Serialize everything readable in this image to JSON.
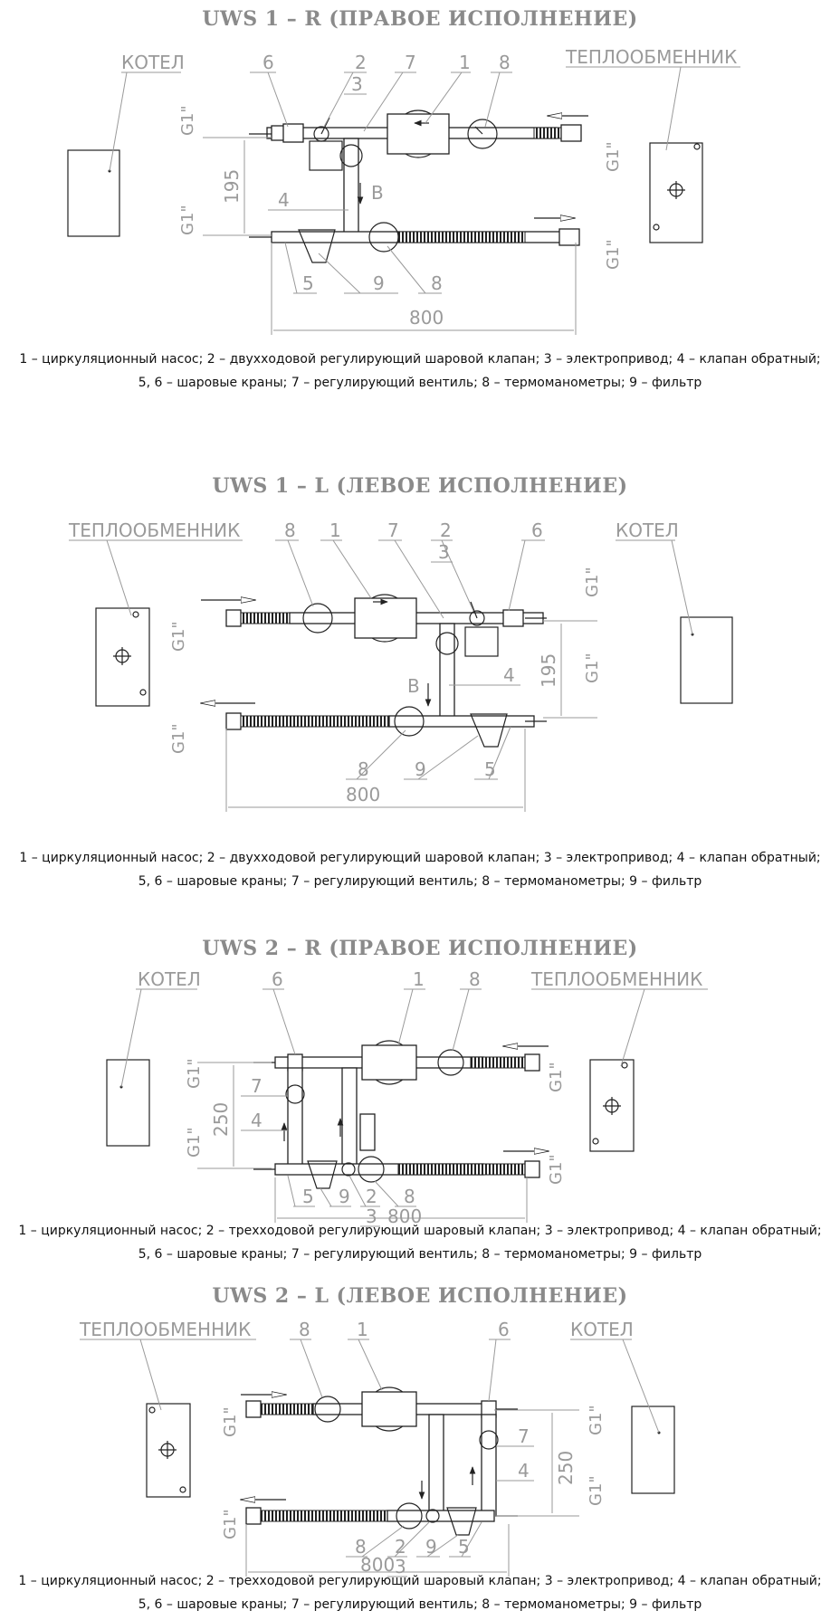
{
  "diagrams": [
    {
      "title": "UWS 1 – R (ПРАВОЕ ИСПОЛНЕНИЕ)",
      "label_left": "КОТЕЛ",
      "label_right": "ТЕПЛООБМЕННИК",
      "dim_height": "195",
      "dim_width": "800",
      "thread": "G1\"",
      "check_valve_mark": "В",
      "legend_line1": "1 – циркуляционный насос; 2 – двухходовой регулирующий шаровой клапан; 3 – электропривод; 4 – клапан обратный;",
      "legend_line2": "5, 6 – шаровые краны; 7 – регулирующий вентиль; 8 – термоманометры; 9 – фильтр"
    },
    {
      "title": "UWS 1 – L (ЛЕВОЕ ИСПОЛНЕНИЕ)",
      "label_left": "ТЕПЛООБМЕННИК",
      "label_right": "КОТЕЛ",
      "dim_height": "195",
      "dim_width": "800",
      "thread": "G1\"",
      "check_valve_mark": "В",
      "legend_line1": "1 – циркуляционный насос; 2 – двухходовой регулирующий шаровой клапан; 3 – электропривод; 4 – клапан обратный;",
      "legend_line2": "5, 6 – шаровые краны; 7 – регулирующий вентиль; 8 – термоманометры; 9 – фильтр"
    },
    {
      "title": "UWS 2 – R (ПРАВОЕ ИСПОЛНЕНИЕ)",
      "label_left": "КОТЕЛ",
      "label_right": "ТЕПЛООБМЕННИК",
      "dim_height": "250",
      "dim_width": "800",
      "thread": "G1\"",
      "legend_line1": "1 – циркуляционный насос; 2 – трехходовой регулирующий шаровый клапан; 3 – электропривод; 4 – клапан обратный;",
      "legend_line2": "5, 6 – шаровые краны; 7 – регулирующий вентиль; 8 – термоманометры; 9 – фильтр"
    },
    {
      "title": "UWS 2 – L (ЛЕВОЕ ИСПОЛНЕНИЕ)",
      "label_left": "ТЕПЛООБМЕННИК",
      "label_right": "КОТЕЛ",
      "dim_height": "250",
      "dim_width": "800",
      "thread": "G1\"",
      "legend_line1": "1 – циркуляционный насос; 2 – трехходовой регулирующий шаровый клапан; 3 – электропривод; 4 – клапан обратный;",
      "legend_line2": "5, 6 – шаровые краны; 7 – регулирующий вентиль; 8 – термоманометры; 9 – фильтр"
    }
  ],
  "callouts": {
    "d1": [
      "6",
      "2",
      "3",
      "7",
      "1",
      "8",
      "4",
      "5",
      "9",
      "8"
    ],
    "d2": [
      "8",
      "1",
      "7",
      "2",
      "3",
      "6",
      "4",
      "8",
      "9",
      "5"
    ],
    "d3": [
      "6",
      "1",
      "8",
      "7",
      "4",
      "5",
      "9",
      "2",
      "3",
      "8"
    ],
    "d4": [
      "8",
      "1",
      "6",
      "7",
      "4",
      "8",
      "2",
      "3",
      "9",
      "5"
    ]
  }
}
